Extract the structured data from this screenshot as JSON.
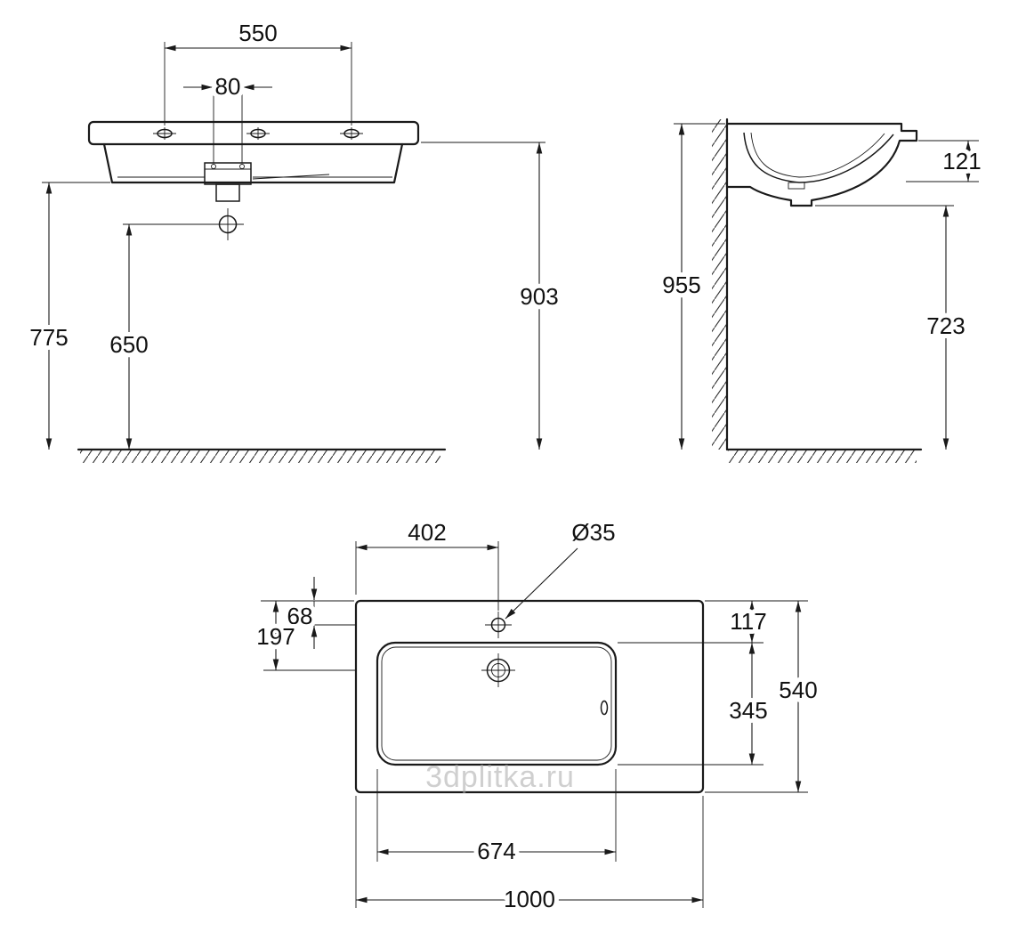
{
  "watermark": "3dplitka.ru",
  "front_view": {
    "faucet_span": "550",
    "hole_spacing": "80",
    "height_underside": "775",
    "height_drain": "650",
    "height_rim": "903"
  },
  "side_view": {
    "front_lip_depth": "121",
    "height_overall": "955",
    "height_underside": "723"
  },
  "plan_view": {
    "faucet_offset": "402",
    "faucet_hole_diameter": "Ø35",
    "faucet_setback": "68",
    "drain_setback": "197",
    "bowl_setback": "117",
    "bowl_front_to_back": "345",
    "overall_depth": "540",
    "bowl_width": "674",
    "overall_width": "1000"
  }
}
